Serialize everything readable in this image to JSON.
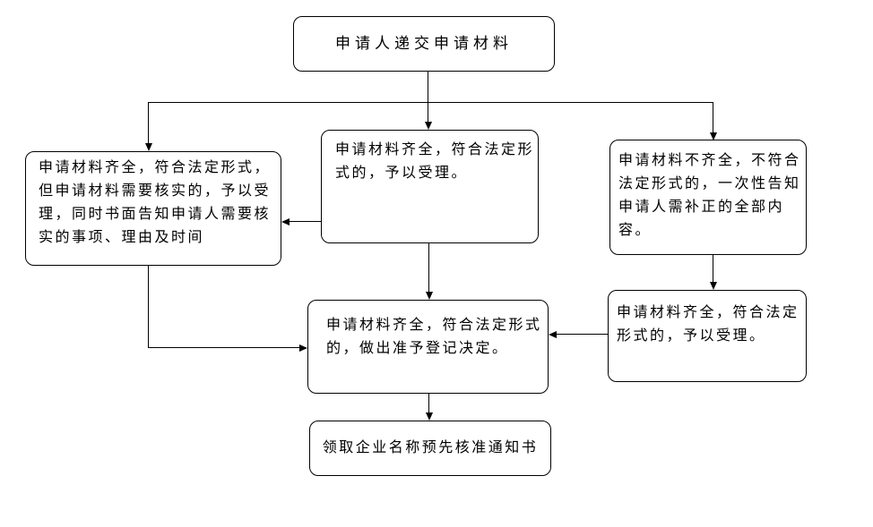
{
  "flowchart": {
    "nodes": {
      "start": {
        "text": "申请人递交申请材料"
      },
      "verify_case": {
        "text": "申请材料齐全，符合法定形式，\n但申请材料需要核实的，予以受\n理，同时书面告知申请人需要核\n实的事项、理由及时间"
      },
      "accept_direct": {
        "text": "申请材料齐全，符合法定形\n式的，予以受理。"
      },
      "incomplete": {
        "text": "申请材料不齐全，不符合\n法定形式的，一次性告知\n申请人需补正的全部内\n容。"
      },
      "accept_after_fix": {
        "text": "申请材料齐全，符合法定\n形式的，予以受理。"
      },
      "decision": {
        "text": "申请材料齐全，符合法定形式\n的，做出准予登记决定。"
      },
      "finish": {
        "text": "领取企业名称预先核准通知书"
      }
    },
    "edges": [
      {
        "from": "start",
        "to": "verify_case"
      },
      {
        "from": "start",
        "to": "accept_direct"
      },
      {
        "from": "start",
        "to": "incomplete"
      },
      {
        "from": "accept_direct",
        "to": "verify_case"
      },
      {
        "from": "accept_direct",
        "to": "decision"
      },
      {
        "from": "verify_case",
        "to": "decision"
      },
      {
        "from": "incomplete",
        "to": "accept_after_fix"
      },
      {
        "from": "accept_after_fix",
        "to": "decision"
      },
      {
        "from": "decision",
        "to": "finish"
      }
    ],
    "colors": {
      "background": "#ffffff",
      "box_border": "#000000",
      "line": "#000000",
      "text": "#000000"
    }
  }
}
